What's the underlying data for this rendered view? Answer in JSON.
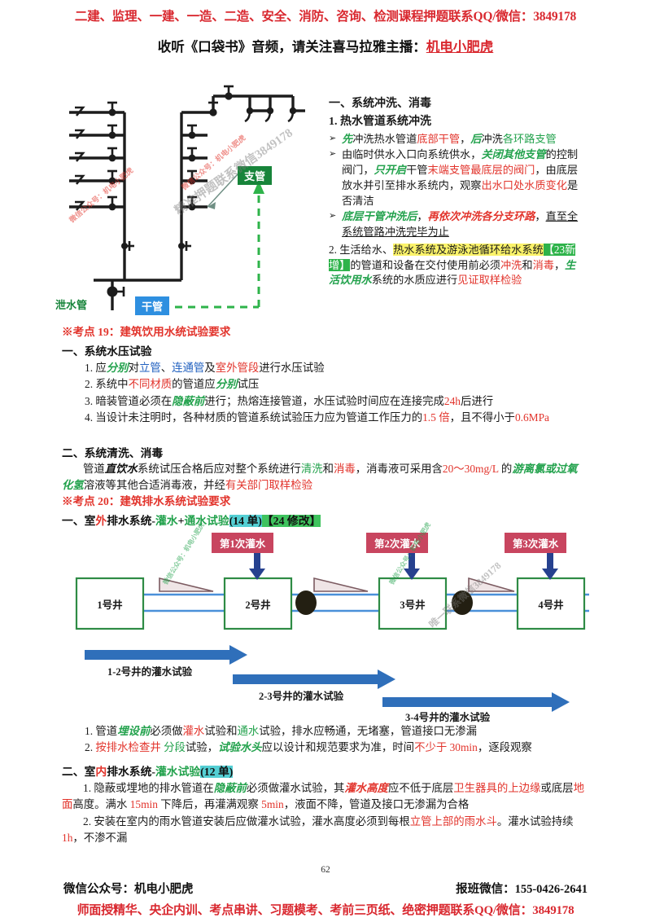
{
  "header": {
    "top_banner": "二建、监理、一建、一造、二造、安全、消防、咨询、检测课程押题联系QQ/微信：3849178",
    "subtitle_prefix": "收听《口袋书》音频，请关注喜马拉雅主播：",
    "subtitle_anchor": "机电小肥虎"
  },
  "pipe_diagram": {
    "label_branch": "支管",
    "label_main": "干管",
    "label_drain": "泄水管",
    "watermark_red_1": "微信公众号：机电小肥虎",
    "watermark_red_2": "微信公众号：机电小肥虎",
    "watermark_grey": "精准押题联系微信3849178"
  },
  "top_right": {
    "section_title": "一、系统冲洗、消毒",
    "item1_title": "1. 热水管道系统冲洗",
    "bullets": [
      {
        "mark": "➢",
        "parts": [
          {
            "t": "先",
            "s": "grn-i"
          },
          {
            "t": "冲洗热水管道",
            "s": ""
          },
          {
            "t": "底部干管",
            "s": "red"
          },
          {
            "t": "，",
            "s": ""
          },
          {
            "t": "后",
            "s": "grn-i"
          },
          {
            "t": "冲洗",
            "s": ""
          },
          {
            "t": "各环路支管",
            "s": "green"
          }
        ]
      },
      {
        "mark": "➢",
        "parts": [
          {
            "t": "由临时供水入口向系统供水，",
            "s": ""
          },
          {
            "t": "关闭其他支管",
            "s": "grn-i"
          },
          {
            "t": "的控制阀门，",
            "s": ""
          },
          {
            "t": "只开启",
            "s": "grn-i"
          },
          {
            "t": "干管",
            "s": ""
          },
          {
            "t": "末端支管最底层的阀门",
            "s": "red"
          },
          {
            "t": "，由底层放水并引至排水系统内，观察",
            "s": ""
          },
          {
            "t": "出水口处水质变化",
            "s": "red"
          },
          {
            "t": "是否清洁",
            "s": ""
          }
        ]
      },
      {
        "mark": "➢",
        "parts": [
          {
            "t": "底层干管冲洗后",
            "s": "grn-i"
          },
          {
            "t": "，",
            "s": ""
          },
          {
            "t": "再依次冲洗各分支环路",
            "s": "red-i"
          },
          {
            "t": "，",
            "s": ""
          },
          {
            "t": "直至全系统管路冲洗完毕为止",
            "s": "u"
          }
        ]
      }
    ],
    "item2_parts": [
      {
        "t": "2. 生活给水、",
        "s": ""
      },
      {
        "t": "热水系统及游泳池循环给水系统",
        "s": "hl-yellow"
      },
      {
        "t": "【23新增】",
        "s": "hl-green"
      },
      {
        "t": "的管道和设备在交付使用前必须",
        "s": ""
      },
      {
        "t": "冲洗",
        "s": "red"
      },
      {
        "t": "和",
        "s": ""
      },
      {
        "t": "消毒",
        "s": "red"
      },
      {
        "t": "，",
        "s": ""
      },
      {
        "t": "生活饮用水",
        "s": "grn-i"
      },
      {
        "t": "系统的水质应进行",
        "s": ""
      },
      {
        "t": "见证取样检验",
        "s": "red"
      }
    ]
  },
  "kaodian19": {
    "label": "※考点 19：",
    "title": "建筑饮用水统试验要求",
    "sec1_head": "一、系统水压试验",
    "sec1_items": [
      [
        {
          "t": "1. 应",
          "s": ""
        },
        {
          "t": "分别",
          "s": "grn-i"
        },
        {
          "t": "对",
          "s": ""
        },
        {
          "t": "立管",
          "s": "blue"
        },
        {
          "t": "、",
          "s": ""
        },
        {
          "t": "连通管",
          "s": "blue"
        },
        {
          "t": "及",
          "s": ""
        },
        {
          "t": "室外管段",
          "s": "red"
        },
        {
          "t": "进行水压试验",
          "s": ""
        }
      ],
      [
        {
          "t": "2. 系统中",
          "s": ""
        },
        {
          "t": "不同材质",
          "s": "red"
        },
        {
          "t": "的管道应",
          "s": ""
        },
        {
          "t": "分别",
          "s": "grn-i"
        },
        {
          "t": "试压",
          "s": ""
        }
      ],
      [
        {
          "t": "3. 暗装管道必须在",
          "s": ""
        },
        {
          "t": "隐蔽前",
          "s": "grn-i"
        },
        {
          "t": "进行；热熔连接管道，水压试验时间应在连接完成",
          "s": ""
        },
        {
          "t": "24h",
          "s": "red"
        },
        {
          "t": "后进行",
          "s": ""
        }
      ],
      [
        {
          "t": "4. 当设计未注明时，各种材质的管道系统试验压力应为管道工作压力的",
          "s": ""
        },
        {
          "t": "1.5 倍",
          "s": "red"
        },
        {
          "t": "，且不得小于",
          "s": ""
        },
        {
          "t": "0.6MPa",
          "s": "red"
        }
      ]
    ],
    "sec2_head": "二、系统清洗、消毒",
    "sec2_para": [
      {
        "t": "管道",
        "s": ""
      },
      {
        "t": "直饮水",
        "s": "blk-i"
      },
      {
        "t": "系统试压合格后应对整个系统进行",
        "s": ""
      },
      {
        "t": "清洗",
        "s": "green"
      },
      {
        "t": "和",
        "s": ""
      },
      {
        "t": "消毒",
        "s": "red"
      },
      {
        "t": "，消毒液可采用含",
        "s": ""
      },
      {
        "t": "20～30mg/L",
        "s": "red"
      },
      {
        "t": " 的",
        "s": ""
      },
      {
        "t": "游离氯或过氧化氢",
        "s": "grn-i"
      },
      {
        "t": "溶液等其他合适消毒液，并经",
        "s": ""
      },
      {
        "t": "有关部门取样检验",
        "s": "red"
      }
    ]
  },
  "kaodian20": {
    "label": "※考点 20：",
    "title": "建筑排水系统试验要求",
    "out_head": [
      {
        "t": "一、",
        "s": ""
      },
      {
        "t": "室",
        "s": ""
      },
      {
        "t": "外",
        "s": "red"
      },
      {
        "t": "排水系统-",
        "s": ""
      },
      {
        "t": "灌水",
        "s": "green"
      },
      {
        "t": "+",
        "s": ""
      },
      {
        "t": "通水试验",
        "s": "green"
      },
      {
        "t": "(14 单)",
        "s": "hl-cyan"
      },
      {
        "t": "【24 修改】",
        "s": "hl-green2"
      }
    ],
    "wells": [
      "1号井",
      "2号井",
      "3号井",
      "4号井"
    ],
    "fill_badges": [
      "第1次灌水",
      "第2次灌水",
      "第3次灌水"
    ],
    "test_arrows": [
      "1-2号井的灌水试验",
      "2-3号井的灌水试验",
      "3-4号井的灌水试验"
    ],
    "diagram_watermarks": {
      "green_1": "微信公众号：机电小肥虎",
      "green_2": "微信公众号：机电小肥虎",
      "grey_1": "唯一联系微信3849178"
    },
    "out_items": [
      [
        {
          "t": "1. 管道",
          "s": ""
        },
        {
          "t": "埋设前",
          "s": "grn-i"
        },
        {
          "t": "必须做",
          "s": ""
        },
        {
          "t": "灌水",
          "s": "red"
        },
        {
          "t": "试验和",
          "s": ""
        },
        {
          "t": "通水",
          "s": "green"
        },
        {
          "t": "试验，排水应畅通，无堵塞，管道接口无渗漏",
          "s": ""
        }
      ],
      [
        {
          "t": "2. ",
          "s": ""
        },
        {
          "t": "按排水检查井",
          "s": "red"
        },
        {
          "t": " ",
          "s": ""
        },
        {
          "t": "分段",
          "s": "green"
        },
        {
          "t": "试验，",
          "s": ""
        },
        {
          "t": "试验水头",
          "s": "grn-i"
        },
        {
          "t": "应以设计和规范要求为准，时间",
          "s": ""
        },
        {
          "t": "不少于",
          "s": "red"
        },
        {
          "t": " 30min",
          "s": "red"
        },
        {
          "t": "，逐段观察",
          "s": ""
        }
      ]
    ],
    "in_head": [
      {
        "t": "二、",
        "s": ""
      },
      {
        "t": "室",
        "s": ""
      },
      {
        "t": "内",
        "s": "red"
      },
      {
        "t": "排水系统-",
        "s": ""
      },
      {
        "t": "灌水试验",
        "s": "green"
      },
      {
        "t": "(12 单)",
        "s": "hl-cyan"
      }
    ],
    "in_items": [
      [
        {
          "t": "1. 隐蔽或埋地的排水管道在",
          "s": ""
        },
        {
          "t": "隐蔽前",
          "s": "grn-i"
        },
        {
          "t": "必须做灌水试验，其",
          "s": ""
        },
        {
          "t": "灌水高度",
          "s": "red-i"
        },
        {
          "t": "应不低于底层",
          "s": ""
        },
        {
          "t": "卫生器具的上边缘",
          "s": "red"
        },
        {
          "t": "或底层",
          "s": ""
        },
        {
          "t": "地面",
          "s": "red"
        },
        {
          "t": "高度。满水 ",
          "s": ""
        },
        {
          "t": "15min",
          "s": "red"
        },
        {
          "t": " 下降后，再灌满观察 ",
          "s": ""
        },
        {
          "t": "5min",
          "s": "red"
        },
        {
          "t": "，液面不降，管道及接口无渗漏为合格",
          "s": ""
        }
      ],
      [
        {
          "t": "2. 安装在室内的雨水管道安装后应做灌水试验，灌水高度必须到每根",
          "s": ""
        },
        {
          "t": "立管上部的雨水斗",
          "s": "red"
        },
        {
          "t": "。灌水试验持续 ",
          "s": ""
        },
        {
          "t": "1h",
          "s": "red"
        },
        {
          "t": "，不渗不漏",
          "s": ""
        }
      ]
    ]
  },
  "footer": {
    "page_number": "62",
    "left": "微信公众号：机电小肥虎",
    "right": "报班微信：155-0426-2641",
    "bottom": "师面授精华、央企内训、考点串讲、习题模考、考前三页纸、绝密押题联系QQ/微信：3849178"
  },
  "colors": {
    "brand_red": "#d9282f",
    "accent_green": "#23a24d",
    "accent_blue": "#1f5fbf",
    "badge_crimson": "#c8455f",
    "well_border": "#2e8b45",
    "pipe_blue": "#4a90d9",
    "arrow_blue": "#2f6fba",
    "highlight_yellow": "#fbf36a",
    "highlight_cyan": "#54cfd4",
    "highlight_green": "#2eb34a"
  }
}
